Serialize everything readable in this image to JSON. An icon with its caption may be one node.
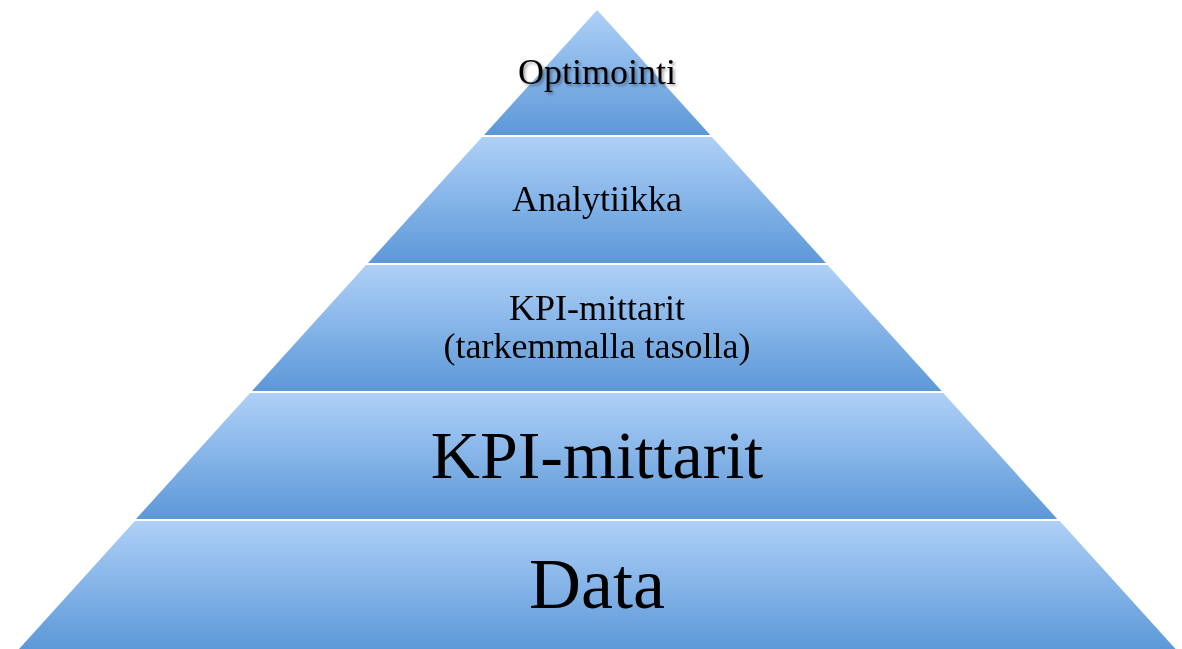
{
  "diagram": {
    "nodes": [
      {
        "text": [
          "Optimointi"
        ]
      },
      {
        "text": [
          "Analytiikka"
        ]
      },
      {
        "text": [
          "KPI-mittarit (tarkemmalla tasolla)"
        ]
      },
      {
        "text": [
          "KPI-mittarit"
        ]
      },
      {
        "text": [
          "Data"
        ]
      }
    ]
  }
}
